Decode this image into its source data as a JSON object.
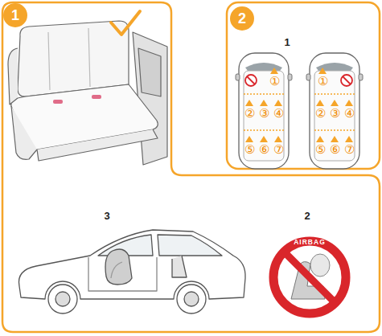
{
  "diagram": {
    "nodes": [
      {
        "text": [
          "1"
        ]
      },
      {
        "text": [
          "2"
        ]
      }
    ],
    "labels": [
      "1",
      "①",
      "②",
      "③",
      "④",
      "⑤",
      "⑥",
      "⑦",
      "①",
      "②",
      "③",
      "④",
      "⑤",
      "⑥",
      "⑦",
      "3",
      "2",
      "AIRBAG"
    ]
  }
}
